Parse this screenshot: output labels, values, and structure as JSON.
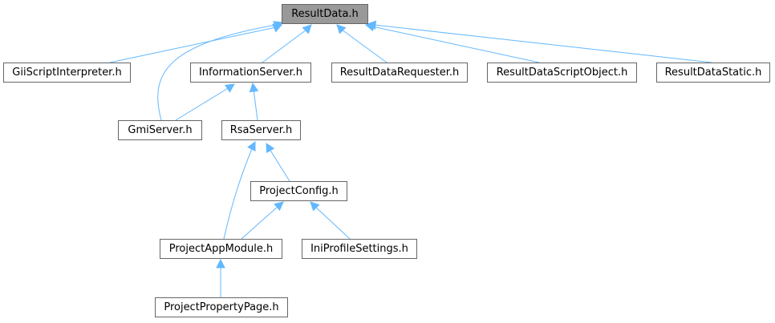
{
  "diagram": {
    "nodes": {
      "resultdata": "ResultData.h",
      "gii": "GiiScriptInterpreter.h",
      "info": "InformationServer.h",
      "requester": "ResultDataRequester.h",
      "scriptobj": "ResultDataScriptObject.h",
      "static": "ResultDataStatic.h",
      "gmi": "GmiServer.h",
      "rsa": "RsaServer.h",
      "config": "ProjectConfig.h",
      "appmodule": "ProjectAppModule.h",
      "ini": "IniProfileSettings.h",
      "proppage": "ProjectPropertyPage.h"
    },
    "edges": [
      {
        "from": "gii",
        "to": "resultdata"
      },
      {
        "from": "gmi",
        "to": "resultdata"
      },
      {
        "from": "info",
        "to": "resultdata"
      },
      {
        "from": "requester",
        "to": "resultdata"
      },
      {
        "from": "scriptobj",
        "to": "resultdata"
      },
      {
        "from": "static",
        "to": "resultdata"
      },
      {
        "from": "gmi",
        "to": "info"
      },
      {
        "from": "rsa",
        "to": "info"
      },
      {
        "from": "appmodule",
        "to": "rsa"
      },
      {
        "from": "config",
        "to": "rsa"
      },
      {
        "from": "appmodule",
        "to": "config"
      },
      {
        "from": "ini",
        "to": "config"
      },
      {
        "from": "proppage",
        "to": "appmodule"
      }
    ],
    "colors": {
      "edge": "#63b8ff",
      "node_border": "#666666",
      "root_fill": "#999999",
      "node_fill": "#ffffff"
    }
  }
}
